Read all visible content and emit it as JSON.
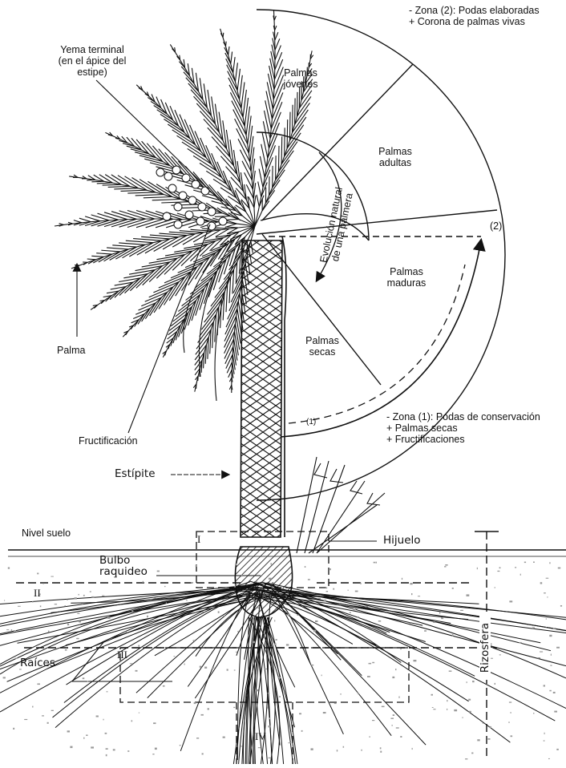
{
  "labels": {
    "yema_terminal": [
      "Yema terminal",
      "(en el ápice del",
      "estipe)"
    ],
    "palma": "Palma",
    "fructificacion": "Fructificación",
    "estipite": "Estípite",
    "palmas_jovenes": [
      "Palmas",
      "jóvenes"
    ],
    "palmas_adultas": [
      "Palmas",
      "adultas"
    ],
    "palmas_maduras": [
      "Palmas",
      "maduras"
    ],
    "palmas_secas": [
      "Palmas",
      "secas"
    ],
    "evolucion": [
      "Evolución natural",
      "de una palmera"
    ],
    "zona2": [
      "- Zona (2): Podas elaboradas",
      "+ Corona de palmas vivas"
    ],
    "zona1": [
      "- Zona (1): Podas de conservación",
      "+ Palmas secas",
      "+ Fructificaciones"
    ],
    "marker_2": "(2)",
    "marker_1": "(1)",
    "nivel_suelo": "Nivel suelo",
    "hijuelo": "Hijuelo",
    "bulbo": [
      "Bulbo",
      "raquideo"
    ],
    "raices": "Raíces",
    "rizosfera": "Rizosfera",
    "zones": [
      "I",
      "II",
      "III",
      "IV"
    ]
  },
  "colors": {
    "ink": "#111111",
    "background": "#ffffff",
    "speckle": "#9a9a9a"
  }
}
